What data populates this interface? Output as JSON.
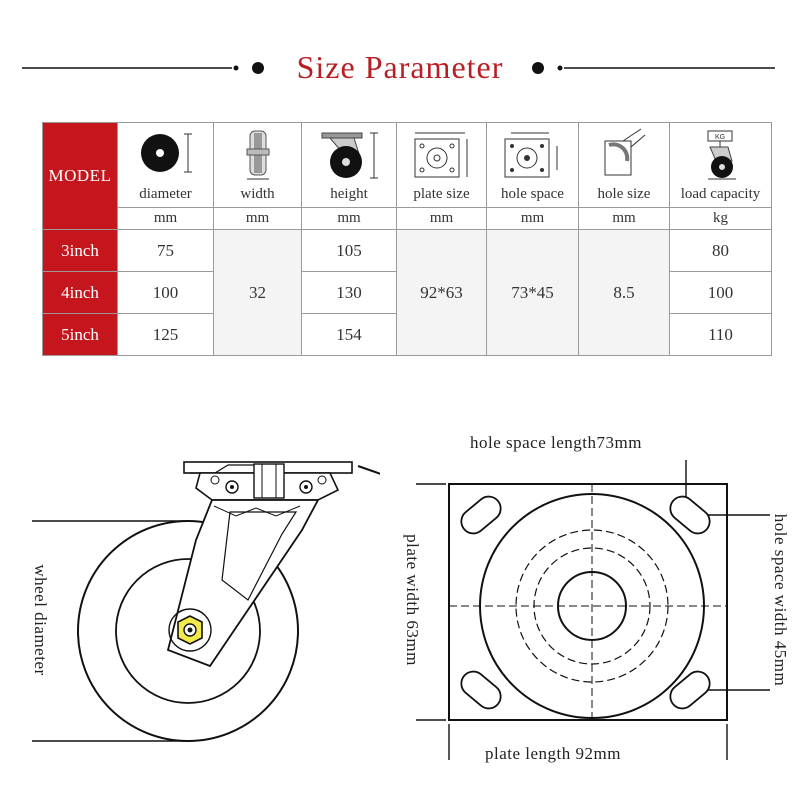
{
  "title": "Size Parameter",
  "table": {
    "model_label": "MODEL",
    "columns": [
      {
        "label": "diameter",
        "unit": "mm",
        "icon": "wheel-disc-icon"
      },
      {
        "label": "width",
        "unit": "mm",
        "icon": "wheel-side-icon"
      },
      {
        "label": "height",
        "unit": "mm",
        "icon": "caster-height-icon"
      },
      {
        "label": "plate size",
        "unit": "mm",
        "icon": "plate-size-icon"
      },
      {
        "label": "hole space",
        "unit": "mm",
        "icon": "hole-space-icon"
      },
      {
        "label": "hole size",
        "unit": "mm",
        "icon": "hole-size-icon"
      },
      {
        "label": "load capacity",
        "unit": "kg",
        "icon": "load-capacity-icon"
      }
    ],
    "rows": [
      {
        "model": "3inch",
        "diameter": "75",
        "height": "105",
        "load": "80"
      },
      {
        "model": "4inch",
        "diameter": "100",
        "height": "130",
        "load": "100"
      },
      {
        "model": "5inch",
        "diameter": "125",
        "height": "154",
        "load": "110"
      }
    ],
    "shared": {
      "width": "32",
      "plate_size": "92*63",
      "hole_space": "73*45",
      "hole_size": "8.5"
    },
    "kg_badge": "KG"
  },
  "diagram": {
    "wheel_diameter": "wheel diameter",
    "hole_space_length": "hole space length73mm",
    "hole_space_width": "hole space width 45mm",
    "plate_width": "plate width 63mm",
    "plate_length": "plate length 92mm"
  },
  "colors": {
    "accent": "#c4161c",
    "line": "#111111"
  }
}
